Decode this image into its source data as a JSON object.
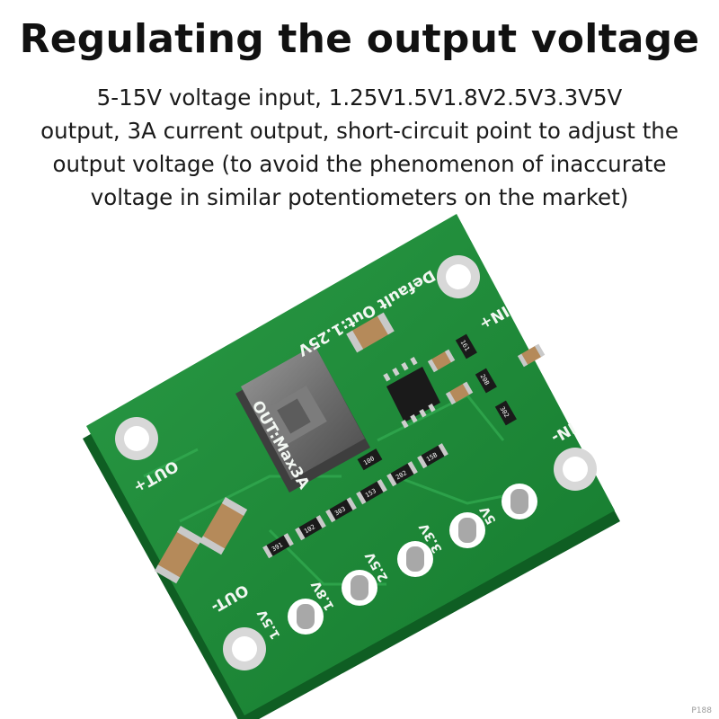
{
  "headline": "Regulating the output voltage",
  "description_lines": [
    "5-15V voltage input, 1.25V1.5V1.8V2.5V3.3V5V",
    "output, 3A current output, short-circuit point to adjust the",
    "output voltage (to avoid the phenomenon of inaccurate",
    "voltage in similar potentiometers on the market)"
  ],
  "board": {
    "default_label": "Default Out:1.25V",
    "max_label": "OUT:Max3A",
    "in_plus": "IN+",
    "in_minus": "IN-",
    "out_plus": "OUT+",
    "out_minus": "OUT-",
    "v_labels": [
      "1.5V",
      "1.8V",
      "2.5V",
      "3.3V",
      "5V"
    ],
    "resistor_codes": [
      "391",
      "102",
      "303",
      "153",
      "202",
      "15B",
      "161",
      "20B",
      "100",
      "302"
    ]
  },
  "watermark": "P188",
  "colors": {
    "pcb": "#1f8a3a",
    "pcb_dark": "#15702c",
    "trace": "#2aa04a",
    "silver": "#c9c9c9",
    "cap": "#b58a5a"
  }
}
